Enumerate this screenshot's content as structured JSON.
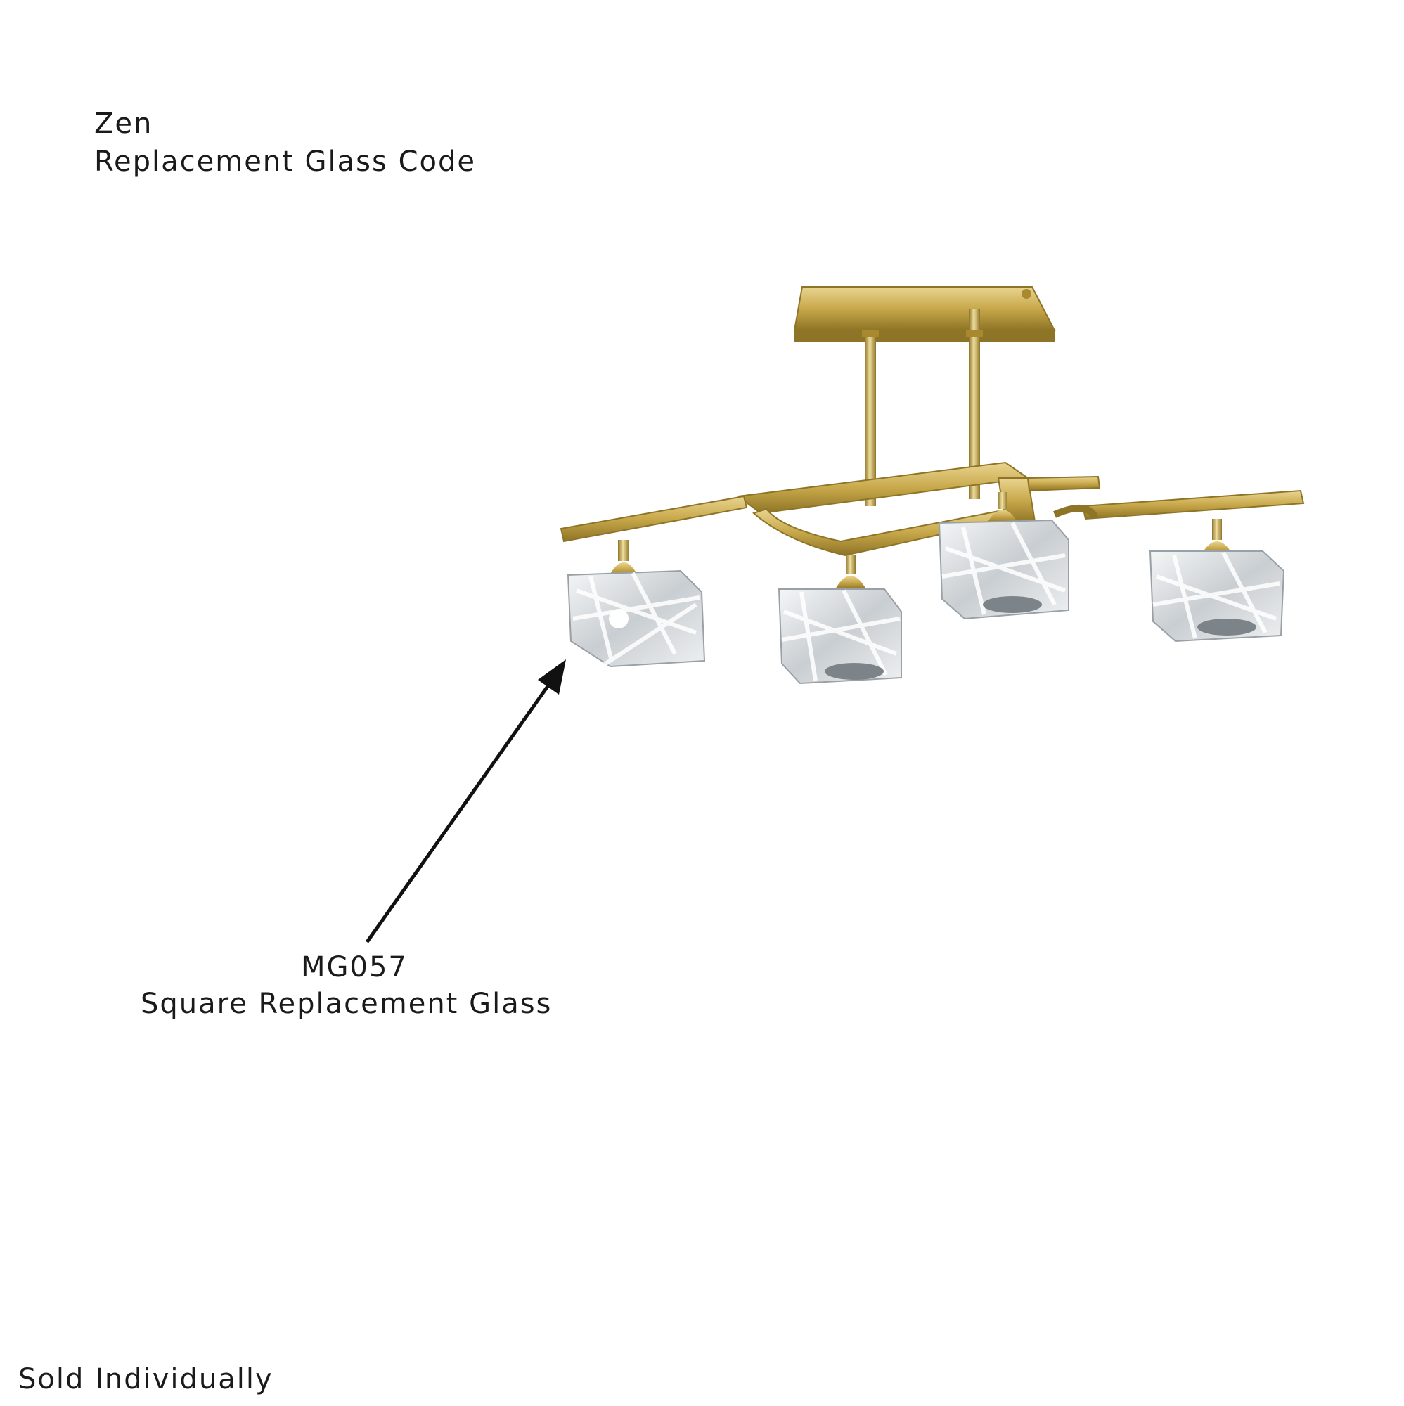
{
  "header": {
    "title": "Zen",
    "subtitle": "Replacement Glass Code"
  },
  "callout": {
    "code": "MG057",
    "description": "Square Replacement Glass"
  },
  "footer": {
    "note": "Sold Individually"
  },
  "colors": {
    "brass": "#c8a84a",
    "brass_dark": "#8e7426",
    "glass": "#dfe3e6",
    "arrow": "#111111"
  }
}
